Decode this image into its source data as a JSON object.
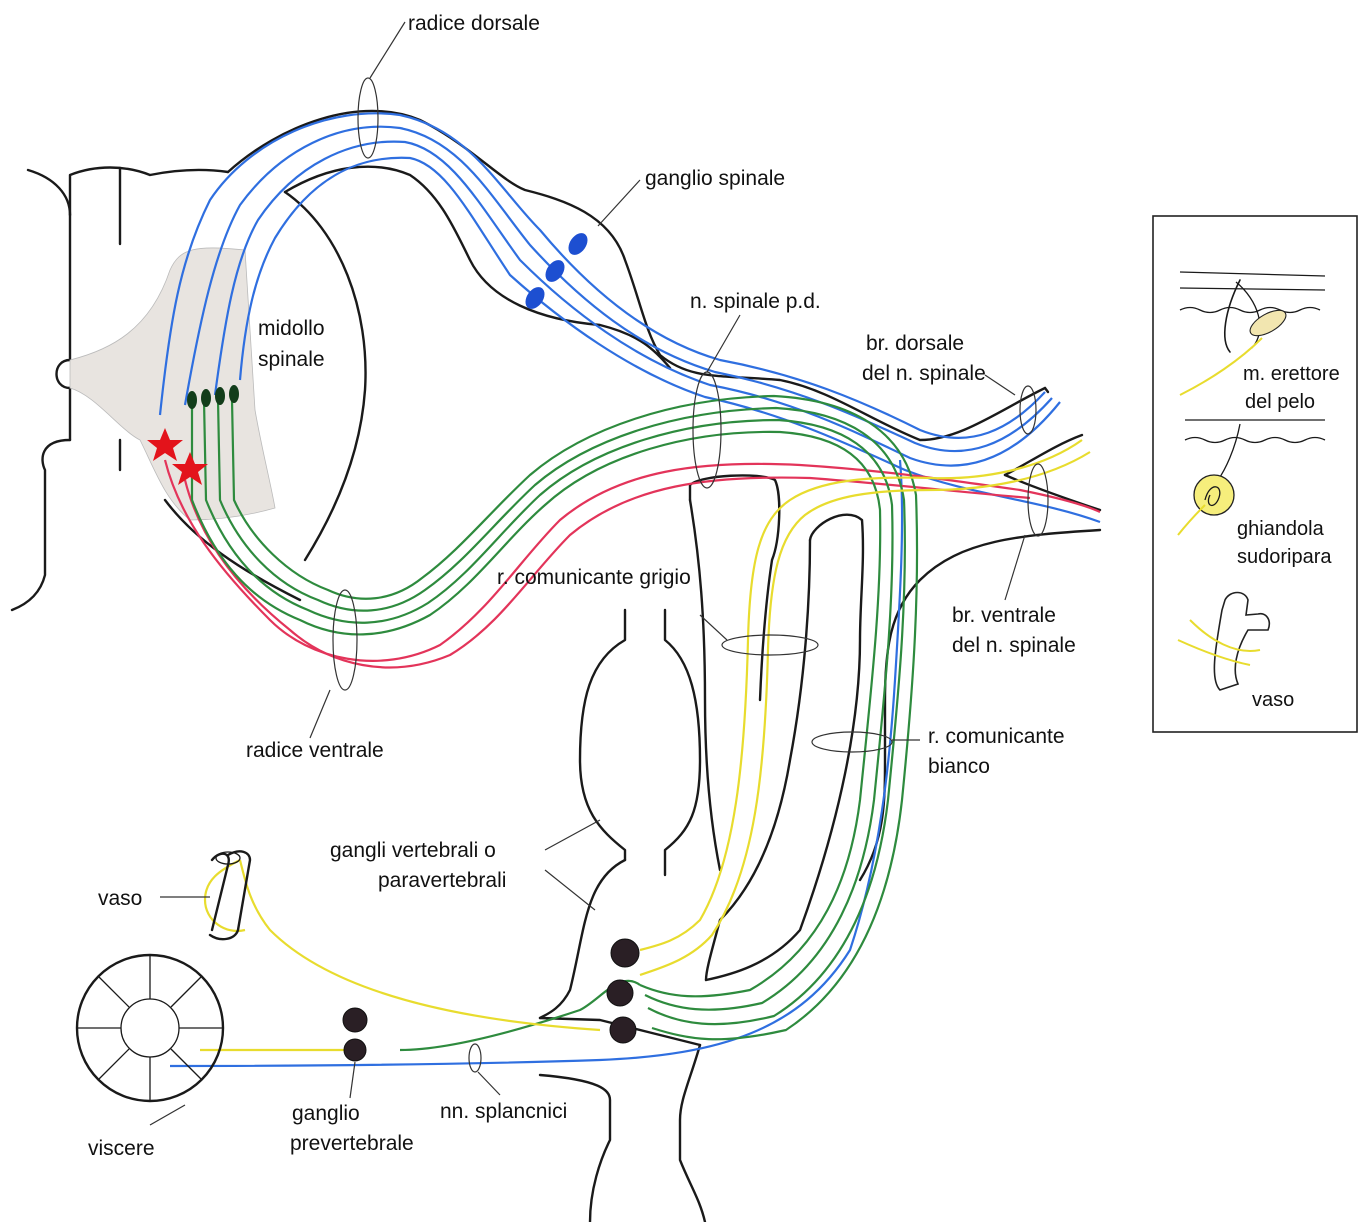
{
  "colors": {
    "sensory": "#2f6fe0",
    "motor": "#e3345a",
    "preganglionic": "#2e8b3e",
    "postganglionic": "#e8dc2e",
    "star": "#e3131b",
    "ganglion_cell": "#1d4fd1",
    "grey_matter": "#e6e2de"
  },
  "labels": {
    "radice_dorsale": "radice dorsale",
    "ganglio_spinale": "ganglio spinale",
    "midollo_1": "midollo",
    "midollo_2": "spinale",
    "n_spinale_pd": "n. spinale p.d.",
    "br_dorsale_1": "br. dorsale",
    "br_dorsale_2": "del n. spinale",
    "r_com_grigio": "r. comunicante grigio",
    "br_ventrale_1": "br. ventrale",
    "br_ventrale_2": "del n. spinale",
    "radice_ventrale": "radice ventrale",
    "r_com_bianco_1": "r. comunicante",
    "r_com_bianco_2": "bianco",
    "gangli_vert_1": "gangli vertebrali o",
    "gangli_vert_2": "paravertebrali",
    "vaso": "vaso",
    "viscere": "viscere",
    "ganglio_prev_1": "ganglio",
    "ganglio_prev_2": "prevertebrale",
    "nn_splancnici": "nn. splancnici"
  },
  "inset": {
    "erettore_1": "m. erettore",
    "erettore_2": "del pelo",
    "ghiandola_1": "ghiandola",
    "ghiandola_2": "sudoripara",
    "vaso": "vaso"
  }
}
